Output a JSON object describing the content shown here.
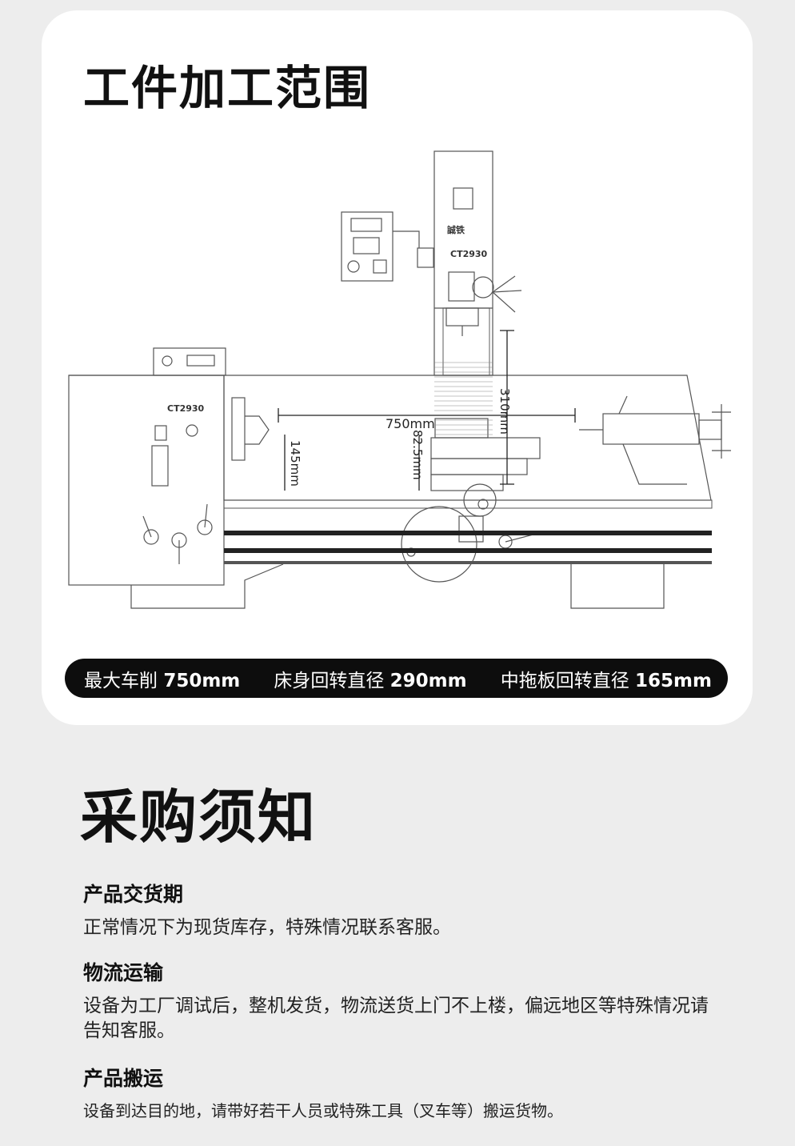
{
  "card": {
    "title": "工件加工范围",
    "diagram": {
      "dim_length": "750mm",
      "dim_vertical": "310mm",
      "dim_height_left": "145mm",
      "dim_height_center": "82.5mm",
      "model_label": "CT2930",
      "brand_label": "誠铁"
    },
    "specs": [
      {
        "label": "最大车削",
        "value": "750mm"
      },
      {
        "label": "床身回转直径",
        "value": "290mm"
      },
      {
        "label": "中拖板回转直径",
        "value": "165mm"
      }
    ]
  },
  "notice": {
    "title": "采购须知",
    "items": [
      {
        "heading": "产品交货期",
        "text": "正常情况下为现货库存，特殊情况联系客服。"
      },
      {
        "heading": "物流运输",
        "text": "设备为工厂调试后，整机发货，物流送货上门不上楼，偏远地区等特殊情况请告知客服。"
      },
      {
        "heading": "产品搬运",
        "text": "设备到达目的地，请带好若干人员或特殊工具（叉车等）搬运货物。"
      }
    ]
  }
}
